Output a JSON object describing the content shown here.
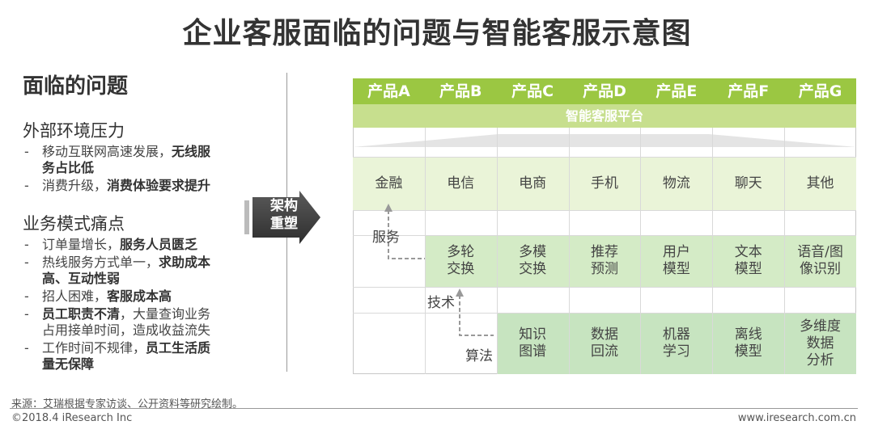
{
  "title": "企业客服面临的问题与智能客服示意图",
  "problems": {
    "heading": "面临的问题",
    "sections": [
      {
        "title": "外部环境压力",
        "items": [
          {
            "lines": [
              [
                {
                  "t": "移动互联网高速发展，",
                  "b": false
                },
                {
                  "t": "无线服",
                  "b": true
                }
              ],
              [
                {
                  "t": "务占比低",
                  "b": true
                }
              ]
            ]
          },
          {
            "lines": [
              [
                {
                  "t": "消费升级，",
                  "b": false
                },
                {
                  "t": "消费体验要求提升",
                  "b": true
                }
              ]
            ]
          }
        ]
      },
      {
        "title": "业务模式痛点",
        "items": [
          {
            "lines": [
              [
                {
                  "t": "订单量增长，",
                  "b": false
                },
                {
                  "t": "服务人员匮乏",
                  "b": true
                }
              ]
            ]
          },
          {
            "lines": [
              [
                {
                  "t": "热线服务方式单一，",
                  "b": false
                },
                {
                  "t": "求助成本",
                  "b": true
                }
              ],
              [
                {
                  "t": "高、互动性弱",
                  "b": true
                }
              ]
            ]
          },
          {
            "lines": [
              [
                {
                  "t": "招人困难，",
                  "b": false
                },
                {
                  "t": "客服成本高",
                  "b": true
                }
              ]
            ]
          },
          {
            "lines": [
              [
                {
                  "t": "员工职责不清",
                  "b": true
                },
                {
                  "t": "，大量查询业务",
                  "b": false
                }
              ],
              [
                {
                  "t": "占用接单时间，造成收益流失",
                  "b": false
                }
              ]
            ]
          },
          {
            "lines": [
              [
                {
                  "t": "工作时间不规律，",
                  "b": false
                },
                {
                  "t": "员工生活质",
                  "b": true
                }
              ],
              [
                {
                  "t": "量无保障",
                  "b": true
                }
              ]
            ]
          }
        ]
      }
    ]
  },
  "arrow_label_1": "架构",
  "arrow_label_2": "重塑",
  "products": [
    "产品A",
    "产品B",
    "产品C",
    "产品D",
    "产品E",
    "产品F",
    "产品G"
  ],
  "platform": "智能客服平台",
  "industries": [
    "金融",
    "电信",
    "电商",
    "手机",
    "物流",
    "聊天",
    "其他"
  ],
  "labels": {
    "service": "服务",
    "tech": "技术",
    "algo": "算法"
  },
  "tech_row": [
    {
      "col": 1,
      "text": "多轮\n交换"
    },
    {
      "col": 2,
      "text": "多模\n交换"
    },
    {
      "col": 3,
      "text": "推荐\n预测"
    },
    {
      "col": 4,
      "text": "用户\n模型"
    },
    {
      "col": 5,
      "text": "文本\n模型"
    },
    {
      "col": 6,
      "text": "语音/图\n像识别"
    }
  ],
  "algo_row": [
    {
      "col": 2,
      "text": "知识\n图谱"
    },
    {
      "col": 3,
      "text": "数据\n回流"
    },
    {
      "col": 4,
      "text": "机器\n学习"
    },
    {
      "col": 5,
      "text": "离线\n模型"
    },
    {
      "col": 6,
      "text": "多维度\n数据\n分析"
    }
  ],
  "footer": {
    "source": "来源：艾瑞根据专家访谈、公开资料等研究绘制。",
    "copyright": "©2018.4 iResearch Inc",
    "website": "www.iresearch.com.cn"
  },
  "colors": {
    "header": "#9bc742",
    "platform": "#c7df8e",
    "row1": "#eaf4d8",
    "row2": "#d4ebc6",
    "row3": "#c7e4c0",
    "arrow": "#444444"
  }
}
